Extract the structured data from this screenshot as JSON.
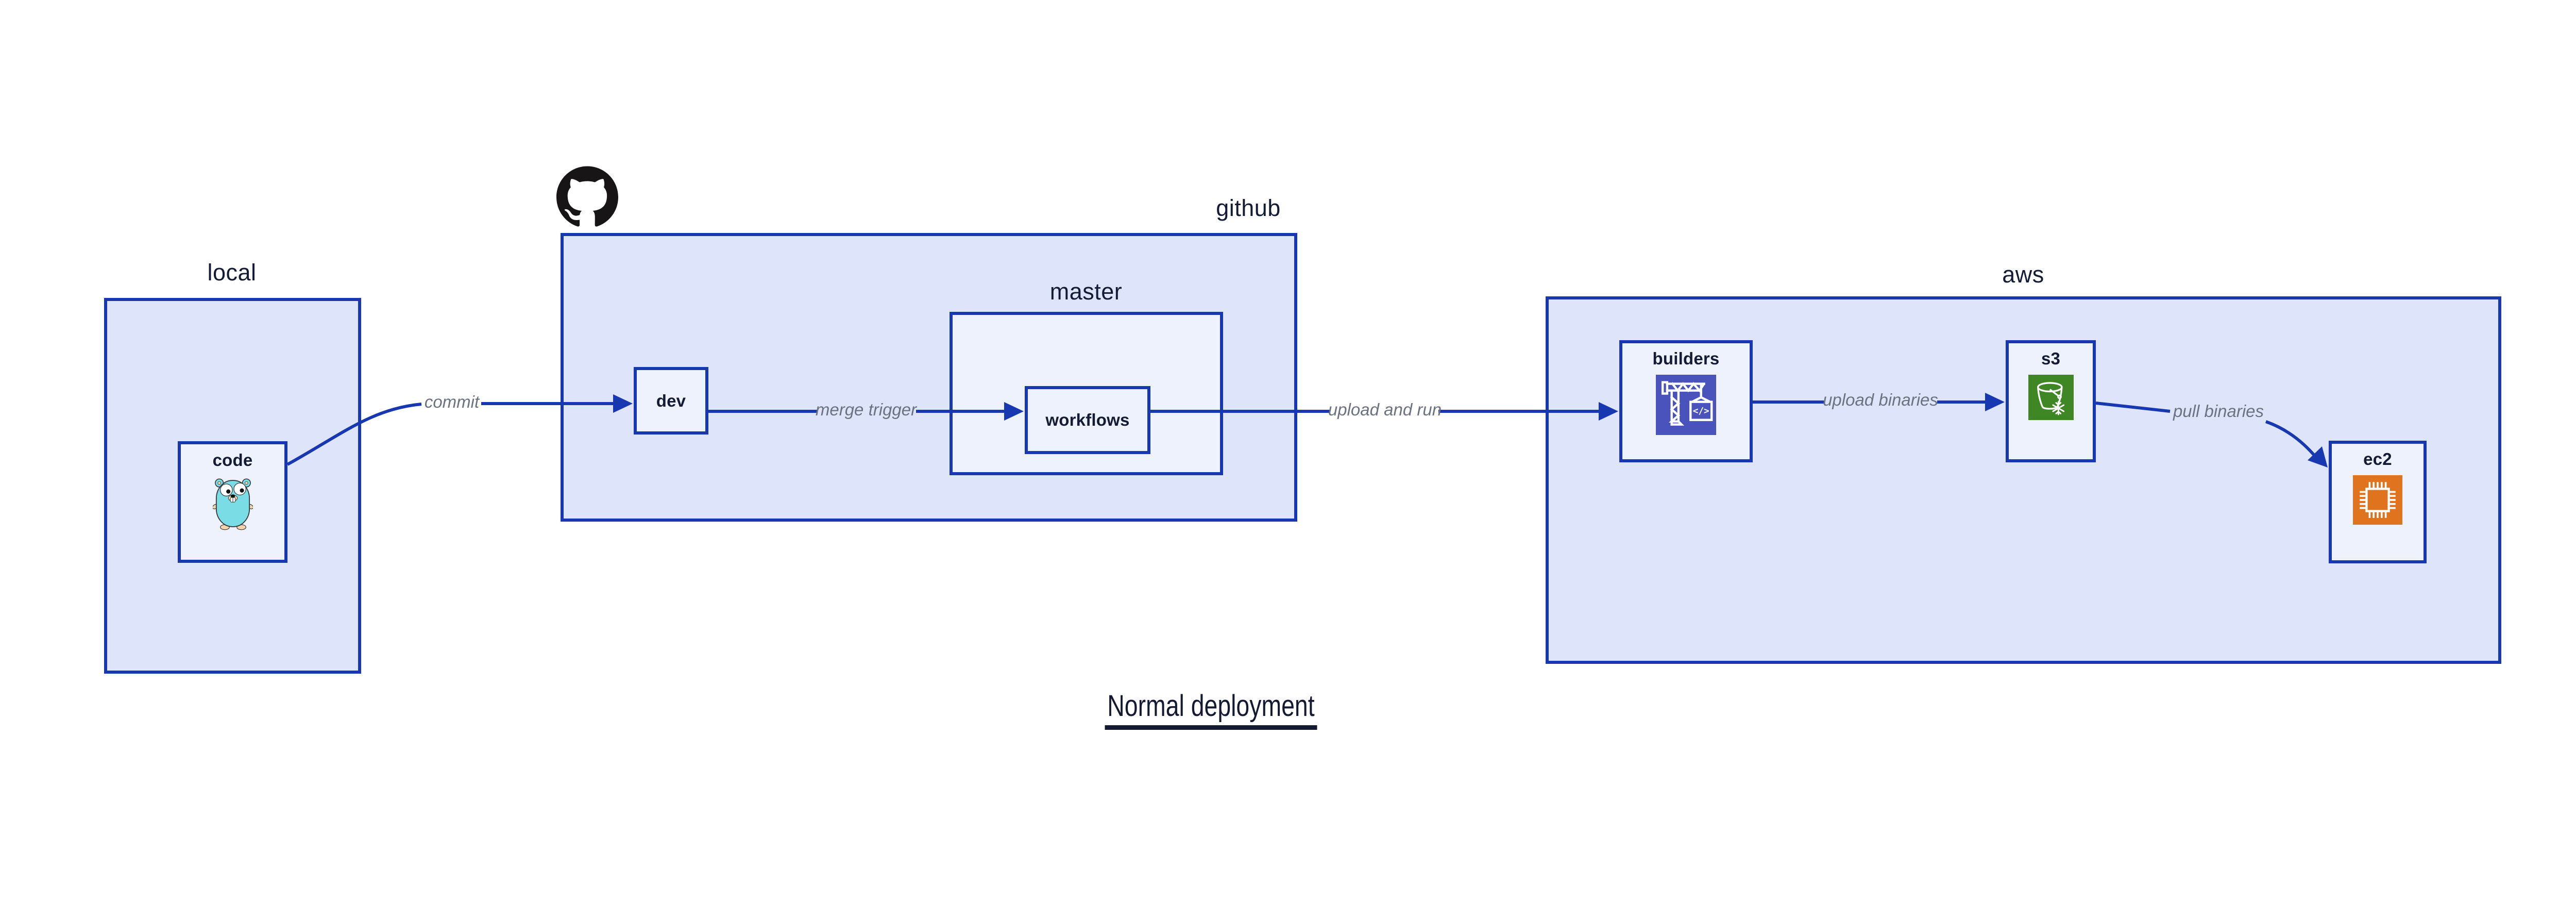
{
  "diagram_title": {
    "text": "Normal deployment"
  },
  "groups": {
    "local": {
      "label": "local"
    },
    "github": {
      "label": "github"
    },
    "master": {
      "label": "master"
    },
    "aws": {
      "label": "aws"
    }
  },
  "nodes": {
    "code": {
      "label": "code",
      "icon": "go-gopher-icon"
    },
    "dev": {
      "label": "dev"
    },
    "workflows": {
      "label": "workflows"
    },
    "builders": {
      "label": "builders",
      "icon": "codebuild-crane-icon"
    },
    "s3": {
      "label": "s3",
      "icon": "s3-bucket-icon"
    },
    "ec2": {
      "label": "ec2",
      "icon": "ec2-chip-icon"
    }
  },
  "edges": {
    "commit": {
      "label": "commit",
      "from": "code",
      "to": "dev"
    },
    "merge_trigger": {
      "label": "merge trigger",
      "from": "dev",
      "to": "workflows"
    },
    "upload_and_run": {
      "label": "upload and run",
      "from": "workflows",
      "to": "builders"
    },
    "upload_binaries": {
      "label": "upload binaries",
      "from": "builders",
      "to": "s3"
    },
    "pull_binaries": {
      "label": "pull binaries",
      "from": "s3",
      "to": "ec2"
    }
  },
  "icons": {
    "github_logo": "github-octocat-logo",
    "code": "go-gopher-icon",
    "builders": "codebuild-crane-icon",
    "s3": "s3-bucket-icon",
    "ec2": "ec2-chip-icon"
  },
  "colors": {
    "box_border": "#1838b2",
    "arrow": "#1838b2",
    "group_fill": "#dee4f9",
    "node_fill": "#eef2fc",
    "label_text": "#131b35",
    "edge_label_text": "#6b7280",
    "title_text": "#151a33",
    "github_logo": "#171515",
    "gopher_body": "#7adce5",
    "codebuild_tile": "#4a53bc",
    "s3_tile": "#3f8624",
    "ec2_tile": "#e0731d"
  }
}
